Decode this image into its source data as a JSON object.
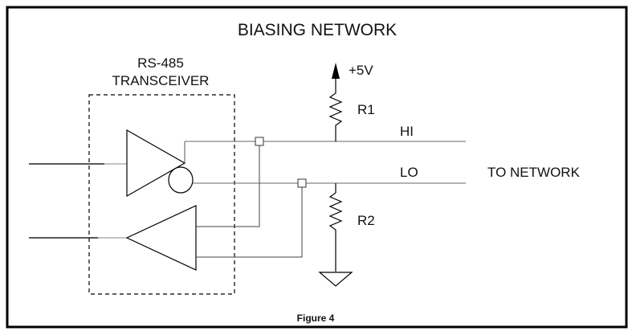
{
  "diagram": {
    "title": "BIASING NETWORK",
    "transceiver_label_line1": "RS-485",
    "transceiver_label_line2": "TRANSCEIVER",
    "supply_label": "+5V",
    "r1_label": "R1",
    "r2_label": "R2",
    "hi_label": "HI",
    "lo_label": "LO",
    "network_label": "TO NETWORK",
    "caption": "Figure 4"
  }
}
